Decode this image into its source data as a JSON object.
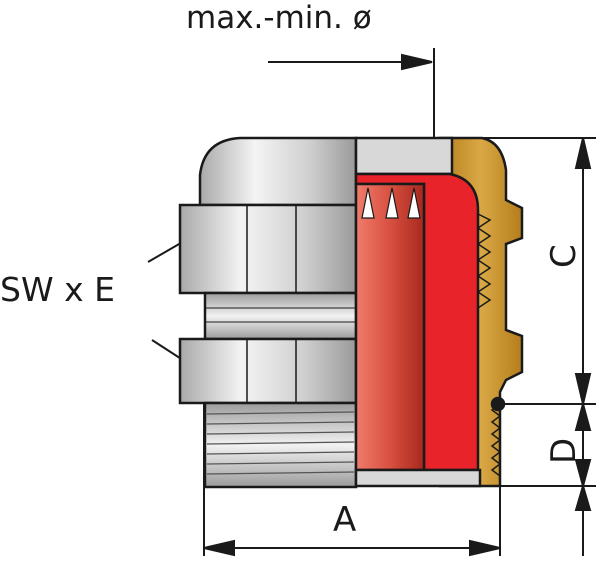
{
  "labels": {
    "diameter": "max.-min. ø",
    "wrench": "SW x E",
    "dim_a": "A",
    "dim_c": "C",
    "dim_d": "D"
  },
  "colors": {
    "metal_light": "#e8e8e8",
    "metal_dark": "#8f8f8f",
    "seal_red": "#e8232a",
    "seal_salmon": "#e05040",
    "brass": "#c8962e",
    "outline": "#1a1a1a"
  }
}
